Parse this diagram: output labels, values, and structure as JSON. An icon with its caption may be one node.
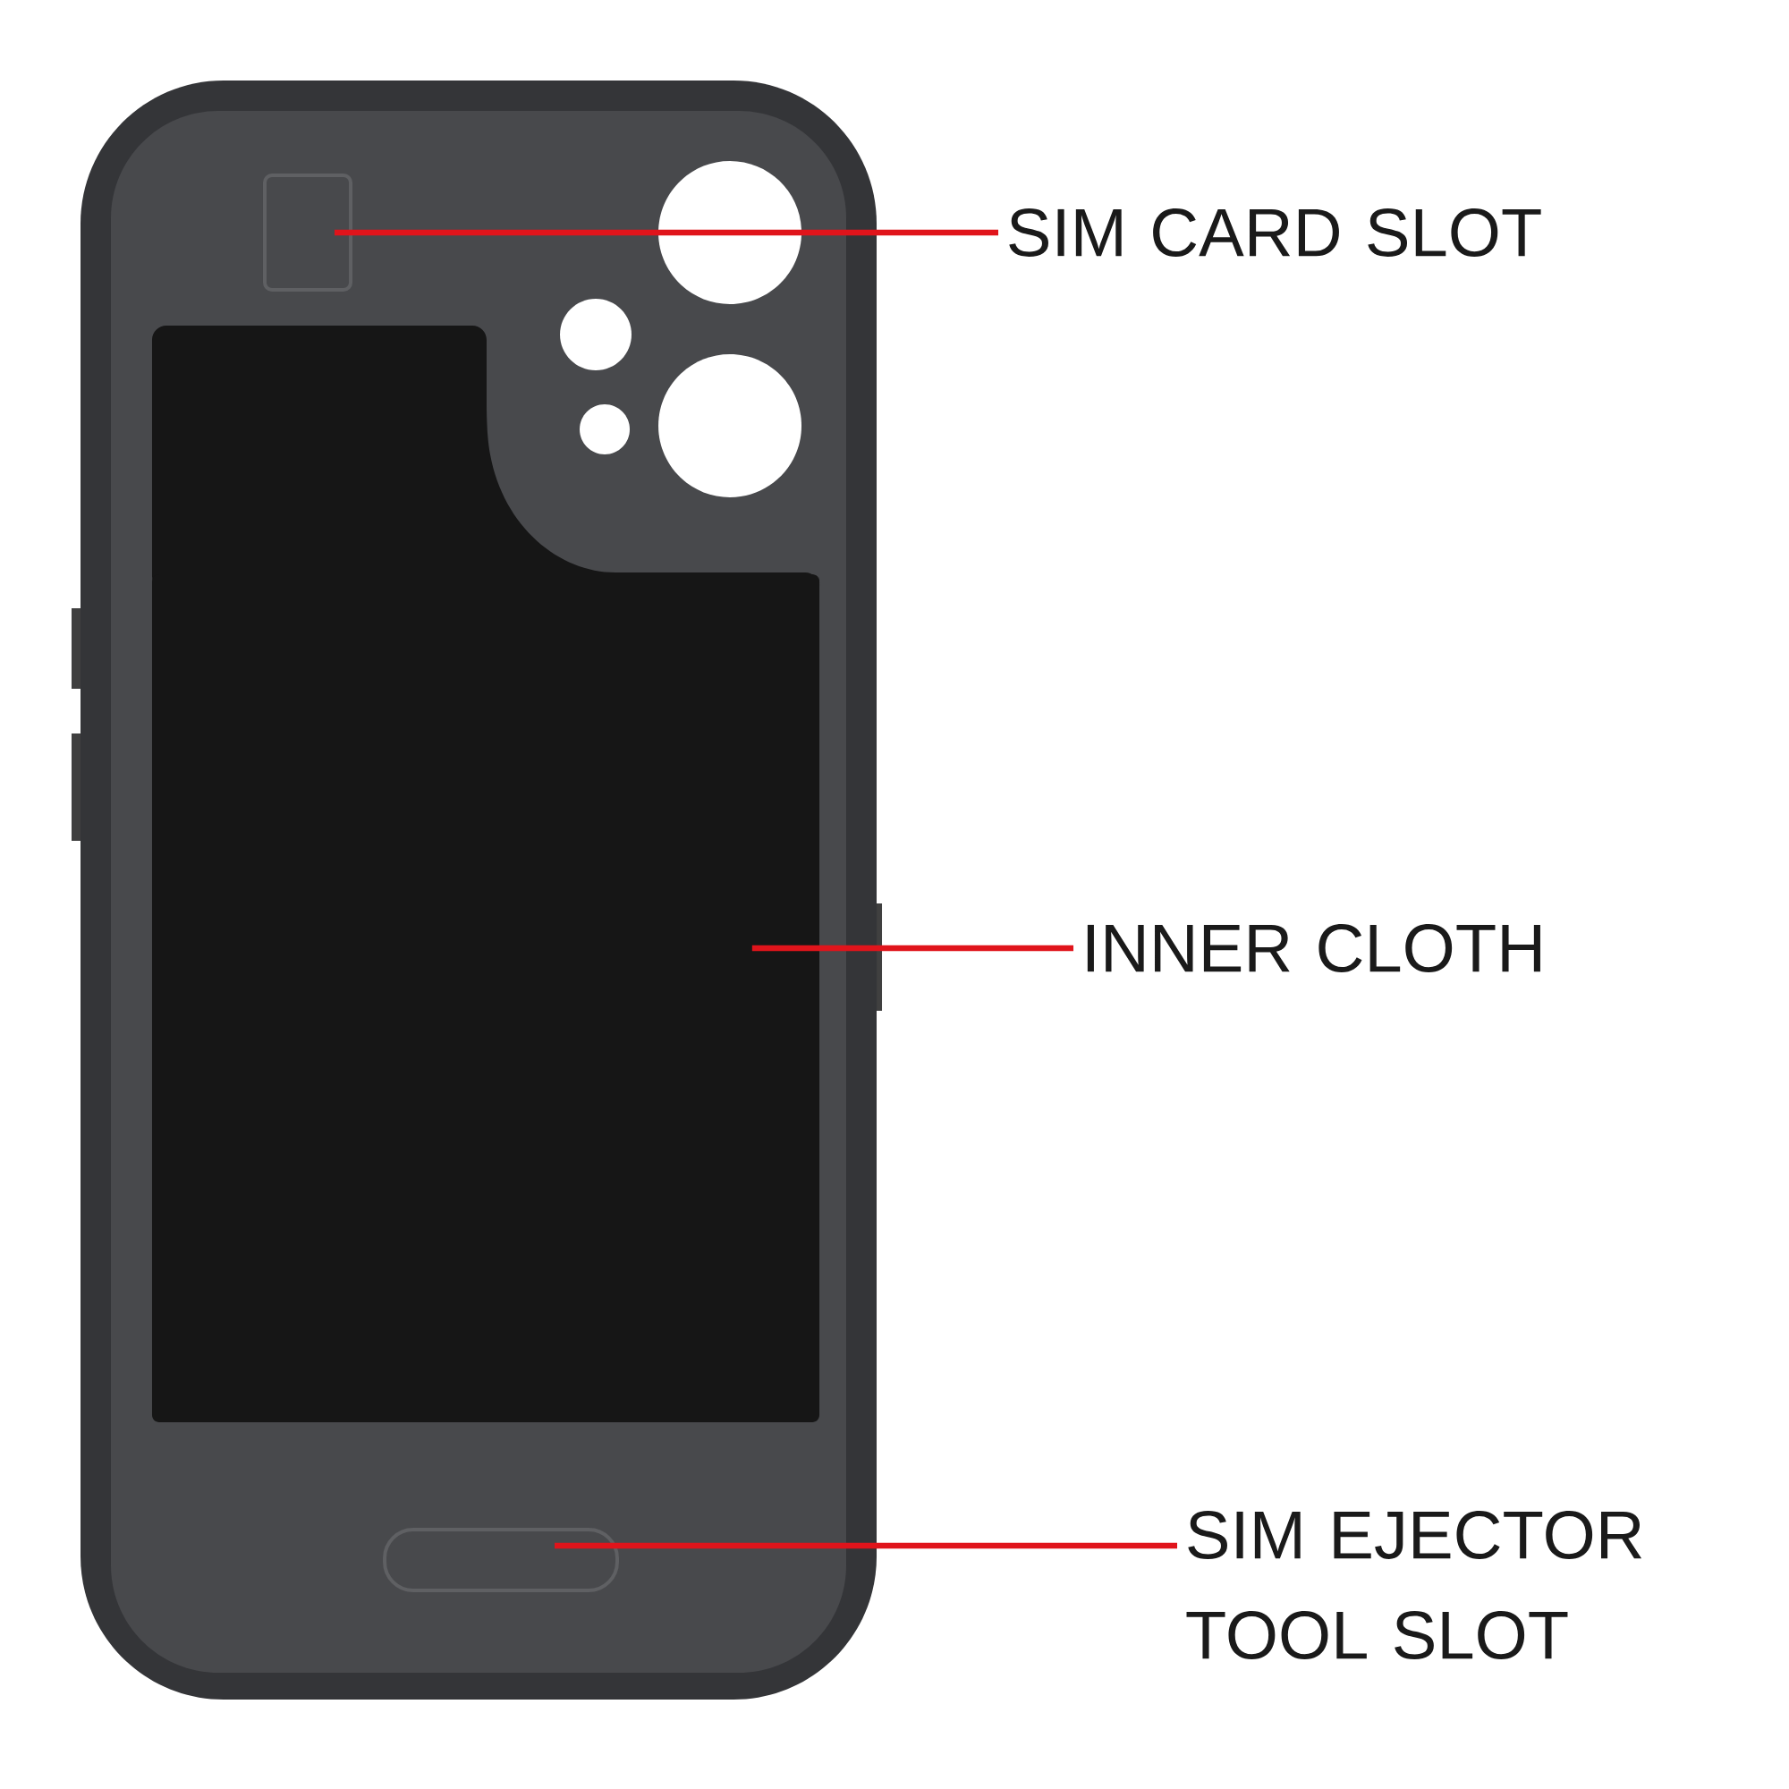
{
  "diagram": {
    "nodes": [
      {
        "text": [
          "SIM CARD SLOT"
        ]
      },
      {
        "text": [],
        "shape": "box"
      },
      {
        "text": [
          "INNER CLOTH"
        ]
      },
      {
        "text": [],
        "shape": "box"
      },
      {
        "text": [
          "SIM EJECTOR TOOL SLOT"
        ]
      },
      {
        "text": [],
        "shape": "box"
      }
    ],
    "edges": [
      {
        "from": 0,
        "to": 1,
        "arrow": "none"
      },
      {
        "from": 2,
        "to": 3,
        "arrow": "none"
      },
      {
        "from": 4,
        "to": 5,
        "arrow": "none"
      }
    ]
  }
}
